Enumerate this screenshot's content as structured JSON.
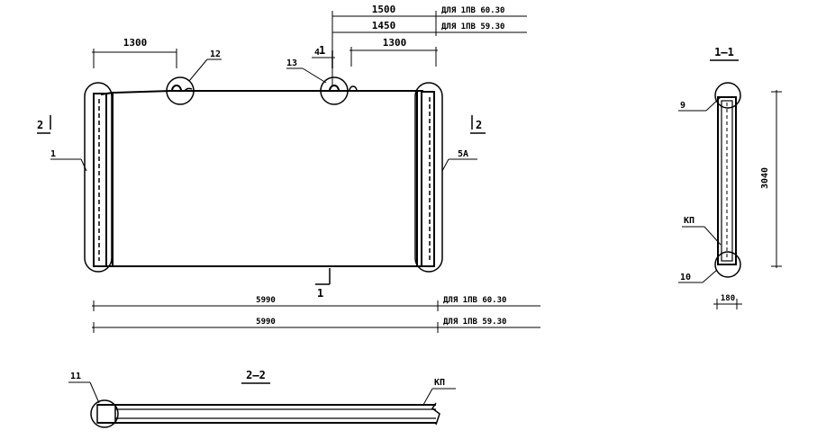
{
  "plan": {
    "dims": {
      "d1300_left": "1300",
      "d1500": "1500",
      "d1450": "1450",
      "d1300_right": "1300",
      "note_6030": "ДЛЯ 1ПВ 60.30",
      "note_5930": "ДЛЯ 1ПВ 59.30",
      "d5990_a": "5990",
      "d5990_b": "5990",
      "note_6030_bottom": "ДЛЯ 1ПВ 60.30",
      "note_5930_bottom": "ДЛЯ 1ПВ 59.30"
    },
    "callouts": {
      "c12": "12",
      "c13": "13",
      "c1": "1",
      "c5a": "5А"
    },
    "section_marks": {
      "cut1_top": "1",
      "cut1_bottom": "1",
      "cut2_left": "2",
      "cut2_right": "2"
    }
  },
  "section_1_1": {
    "title": "1–1",
    "c9": "9",
    "kp": "КП",
    "c10": "10",
    "height_dim": "3040",
    "width_dim": "180"
  },
  "section_2_2": {
    "title": "2–2",
    "c11": "11",
    "kp": "КП"
  }
}
